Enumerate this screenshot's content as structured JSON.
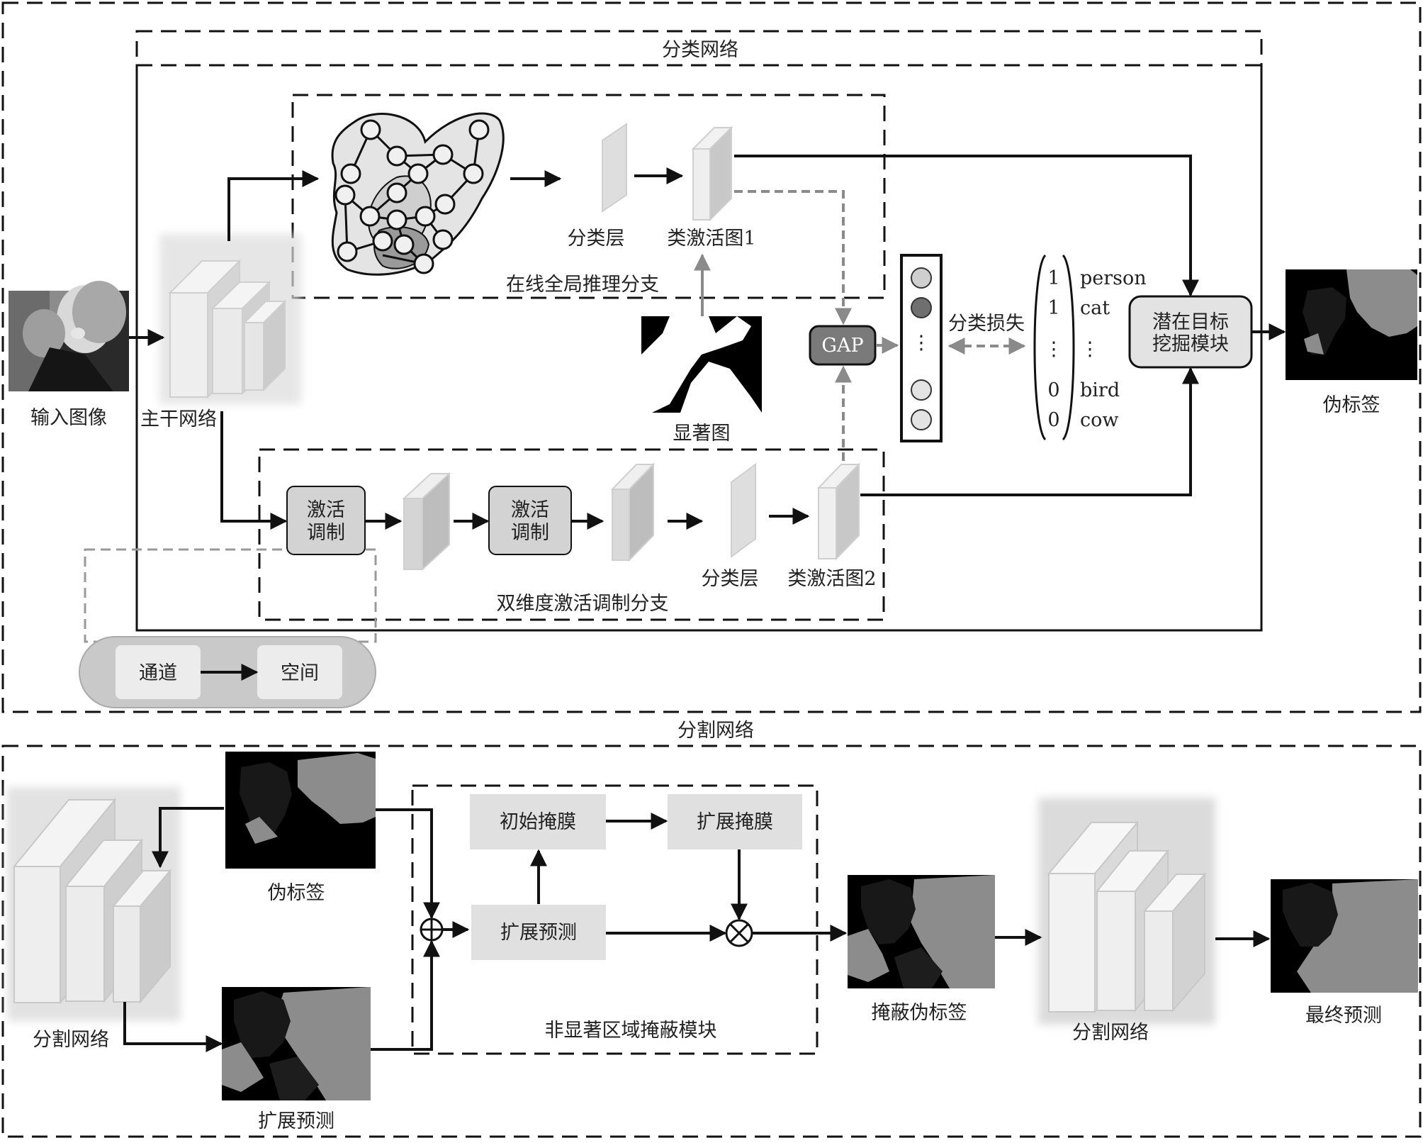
{
  "classification_network": {
    "title": "分类网络",
    "input_image_label": "输入图像",
    "backbone_label": "主干网络",
    "global_branch": {
      "title": "在线全局推理分支",
      "cls_layer_label": "分类层",
      "cam_label": "类激活图1"
    },
    "saliency_label": "显著图",
    "gap_label": "GAP",
    "cls_loss_label": "分类损失",
    "label_vector": [
      {
        "value": "1",
        "name": "person"
      },
      {
        "value": "1",
        "name": "cat"
      },
      {
        "value": "⋮",
        "name": "⋮"
      },
      {
        "value": "0",
        "name": "bird"
      },
      {
        "value": "0",
        "name": "cow"
      }
    ],
    "mining_module_label": "潜在目标挖掘模块",
    "mining_module_lines": [
      "潜在目标",
      "挖掘模块"
    ],
    "pseudo_label_output": "伪标签",
    "dual_branch": {
      "title": "双维度激活调制分支",
      "modulation_lines": [
        "激活",
        "调制"
      ],
      "cls_layer_label": "分类层",
      "cam_label": "类激活图2"
    },
    "detail": {
      "channel_label": "通道",
      "spatial_label": "空间"
    }
  },
  "segmentation_network": {
    "title": "分割网络",
    "seg_net_label": "分割网络",
    "pseudo_label": "伪标签",
    "expanded_pred_label": "扩展预测",
    "module": {
      "title": "非显著区域掩蔽模块",
      "initial_mask_label": "初始掩膜",
      "expanded_mask_label": "扩展掩膜",
      "expanded_pred_label": "扩展预测"
    },
    "masked_pseudo_label": "掩蔽伪标签",
    "seg_net2_label": "分割网络",
    "final_pred_label": "最终预测"
  }
}
